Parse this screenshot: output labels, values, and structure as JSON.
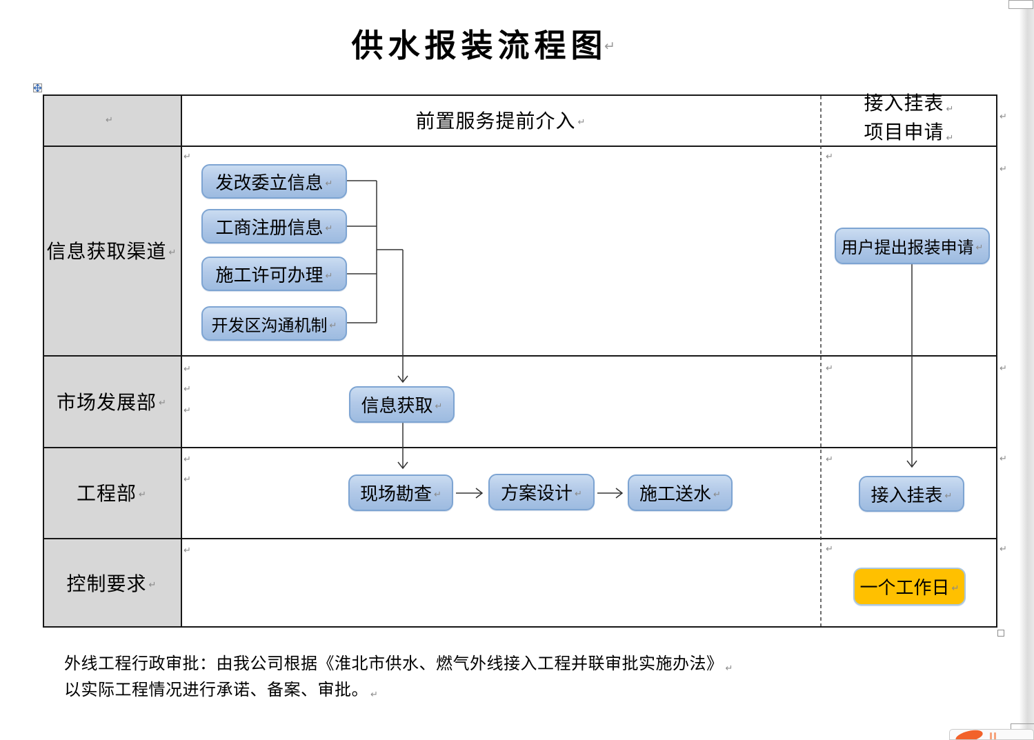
{
  "title": "供水报装流程图",
  "marks": {
    "pilcrow": "↵"
  },
  "table": {
    "header": {
      "center": "前置服务提前介入",
      "right_line1": "接入挂表",
      "right_line2": "项目申请"
    },
    "row_labels": [
      "信息获取渠道",
      "市场发展部",
      "工程部",
      "控制要求"
    ]
  },
  "flow": {
    "info_sources": [
      "发改委立信息",
      "工商注册信息",
      "施工许可办理",
      "开发区沟通机制"
    ],
    "market_step": "信息获取",
    "engineering_steps": [
      "现场勘查",
      "方案设计",
      "施工送水"
    ],
    "apply_step": "用户提出报装申请",
    "meter_step": "接入挂表",
    "control_requirement": "一个工作日"
  },
  "note": {
    "line1": "外线工程行政审批：由我公司根据《淮北市供水、燃气外线接入工程并联审批实施办法》",
    "line2": "以实际工程情况进行承诺、备案、审批。"
  },
  "colors": {
    "process_box_fill_top": "#cadcf1",
    "process_box_fill_bottom": "#9dbbe0",
    "process_box_border": "#7da4d2",
    "label_cell_bg": "#d7d7d7",
    "highlight_box_fill": "#ffc000",
    "highlight_box_border": "#a9c7e1"
  }
}
